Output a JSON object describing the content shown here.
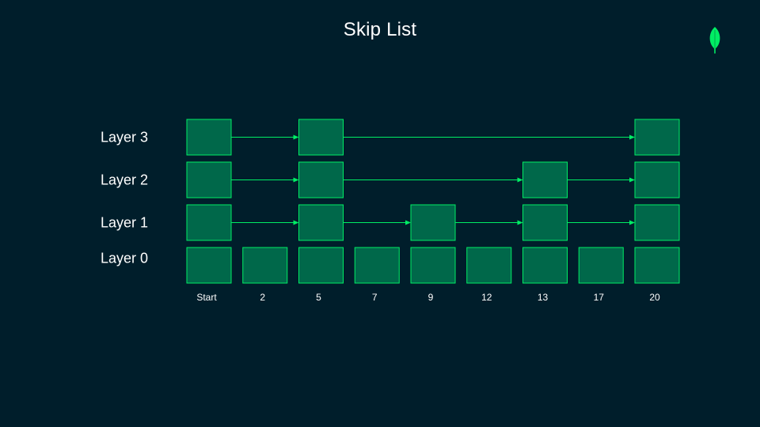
{
  "title": "Skip List",
  "logo": {
    "icon": "leaf-icon",
    "color": "#00ED64"
  },
  "colors": {
    "background": "#001E2B",
    "node_fill": "#00684A",
    "node_stroke": "#00ED64",
    "link": "#00ED64",
    "text": "#FFFFFF"
  },
  "columns": [
    "Start",
    "2",
    "5",
    "7",
    "9",
    "12",
    "13",
    "17",
    "20"
  ],
  "layers": [
    {
      "label": "Layer 3",
      "nodes": [
        "Start",
        "5",
        "20"
      ]
    },
    {
      "label": "Layer 2",
      "nodes": [
        "Start",
        "5",
        "13",
        "20"
      ]
    },
    {
      "label": "Layer 1",
      "nodes": [
        "Start",
        "5",
        "9",
        "13",
        "20"
      ]
    },
    {
      "label": "Layer 0",
      "nodes": [
        "Start",
        "2",
        "5",
        "7",
        "9",
        "12",
        "13",
        "17",
        "20"
      ]
    }
  ]
}
